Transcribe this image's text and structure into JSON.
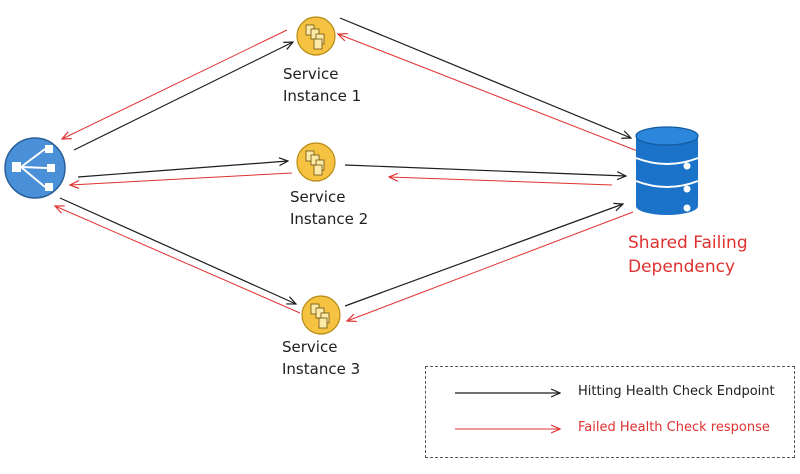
{
  "instances": [
    {
      "line1": "Service",
      "line2": "Instance 1"
    },
    {
      "line1": "Service",
      "line2": "Instance 2"
    },
    {
      "line1": "Service",
      "line2": "Instance 3"
    }
  ],
  "dependency": {
    "line1": "Shared Failing",
    "line2": "Dependency"
  },
  "legend": {
    "black_label": "Hitting Health Check Endpoint",
    "red_label": "Failed Health Check response"
  },
  "colors": {
    "request_arrow": "#1e1e1e",
    "failure_arrow": "#e03131",
    "instance_fill": "#f5c242",
    "load_balancer_fill": "#4a90d9",
    "database_fill": "#1a73c9"
  },
  "icons": {
    "load_balancer": "load-balancer-icon",
    "service_instance": "service-instance-icon",
    "dependency": "database-icon"
  }
}
